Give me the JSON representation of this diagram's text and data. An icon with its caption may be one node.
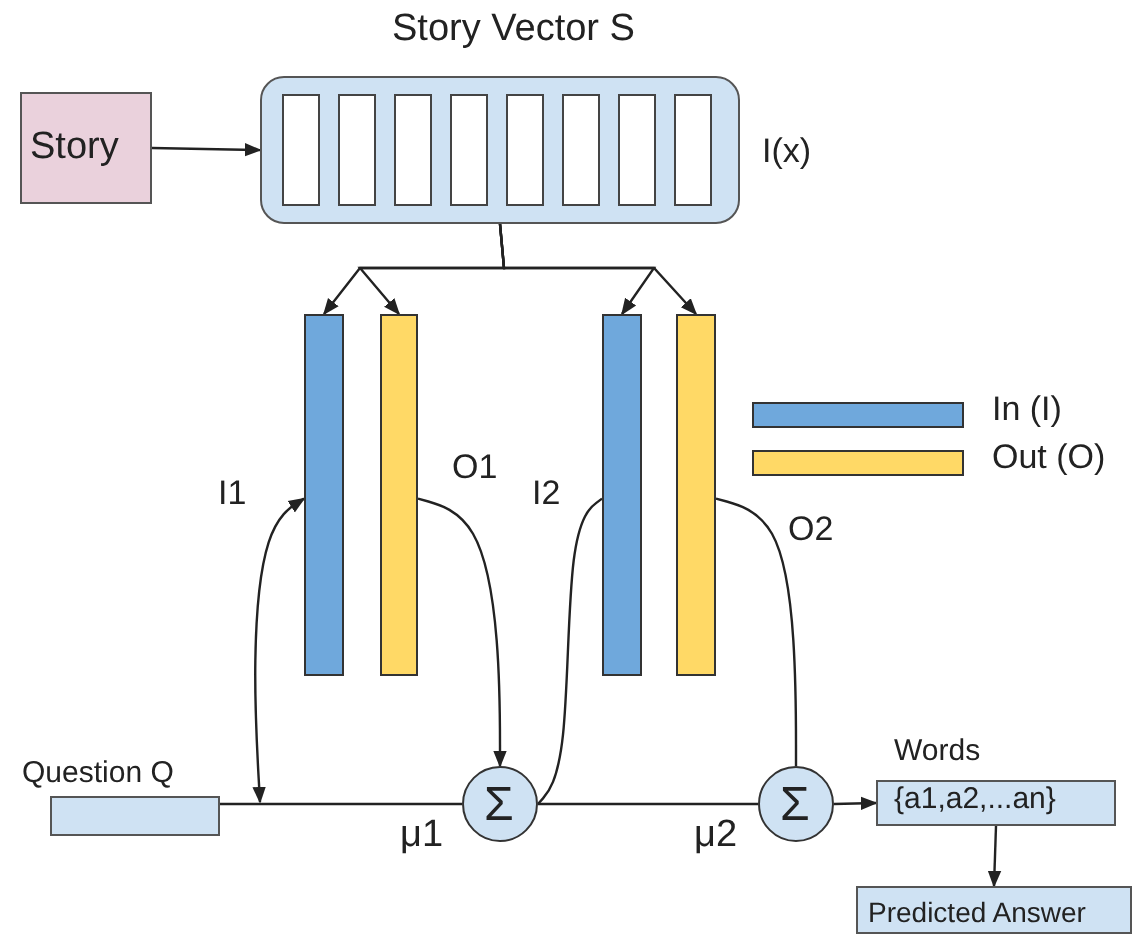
{
  "diagram": {
    "nodes": [
      {
        "text": [
          "Story"
        ]
      },
      {
        "text": [
          "Story Vector S"
        ],
        "beside": [
          "I(x)"
        ]
      },
      {
        "text": [],
        "shape": "bar",
        "beside": [
          "I1"
        ]
      },
      {
        "text": [],
        "shape": "bar",
        "beside": [
          "O1"
        ]
      },
      {
        "text": [],
        "shape": "bar",
        "beside": [
          "I2"
        ]
      },
      {
        "text": [],
        "shape": "bar",
        "beside": [
          "O2"
        ]
      },
      {
        "text": [
          "Question Q"
        ]
      },
      {
        "text": [
          "Σ"
        ]
      },
      {
        "text": [
          "Σ"
        ]
      },
      {
        "text": [
          "Words",
          "{a1,a2,...an}"
        ]
      },
      {
        "text": [
          "Predicted Answer"
        ]
      }
    ],
    "edges": [
      {
        "from": 0,
        "to": 1,
        "arrow": "to"
      },
      {
        "from": 1,
        "to": 2,
        "arrow": "to"
      },
      {
        "from": 1,
        "to": 3,
        "arrow": "to"
      },
      {
        "from": 1,
        "to": 4,
        "arrow": "to"
      },
      {
        "from": 1,
        "to": 5,
        "arrow": "to"
      },
      {
        "from": 6,
        "to": 2,
        "arrow": "both"
      },
      {
        "from": 6,
        "to": 7,
        "arrow": "none",
        "label": "μ1"
      },
      {
        "from": 3,
        "to": 7,
        "arrow": "to"
      },
      {
        "from": 7,
        "to": 4,
        "arrow": "none"
      },
      {
        "from": 7,
        "to": 8,
        "arrow": "none",
        "label": "μ2"
      },
      {
        "from": 5,
        "to": 8,
        "arrow": "none"
      },
      {
        "from": 8,
        "to": 9,
        "arrow": "to"
      },
      {
        "from": 9,
        "to": 10,
        "arrow": "to"
      }
    ],
    "legend": [
      {
        "text": "In (I)",
        "color": "#6fa8dc"
      },
      {
        "text": "Out (O)",
        "color": "#ffd966"
      }
    ]
  }
}
